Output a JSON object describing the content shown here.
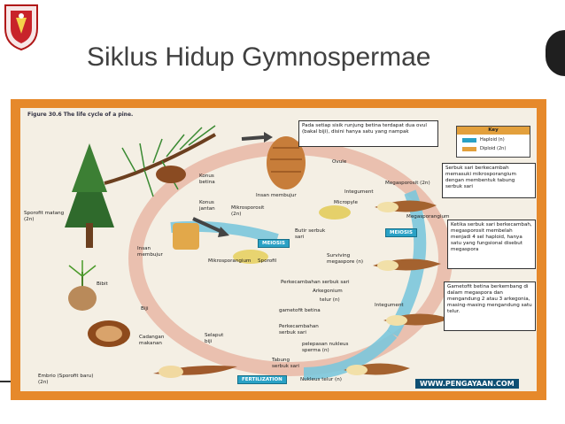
{
  "slide": {
    "title": "Siklus Hidup Gymnospermae"
  },
  "figure": {
    "caption": "Figure 30.6  The life cycle of a pine.",
    "watermark": "WWW.PENGAYAAN.COM",
    "key": {
      "title": "Key",
      "haploid": "Haploid (n)",
      "diploid": "Diploid (2n)",
      "haploid_color": "#2aa1c5",
      "diploid_color": "#e3a03c"
    },
    "boxes": {
      "top": "Pada setiap sisik runjung betina terdapat dua ovul (bakal biji), disini hanya satu yang nampak",
      "pollen": "Serbuk sari berkecambah memasuki mikrosporangium dengan membentuk tabung serbuk sari",
      "megaspore": "Ketika serbuk sari berkecambah, megasporosit membelah menjadi 4 sel haploid, hanya satu yang fungsional disebut megaspora",
      "gametophyte": "Gametofit betina berkembang di dalam megaspora dan mengandung 2 atau 3 arkegonia, masing-masing mengandung satu telur."
    },
    "stages": {
      "meiosis_left": "MEIOSIS",
      "meiosis_right": "MEIOSIS",
      "fertilization": "FERTILIZATION"
    },
    "labels": {
      "konus_betina": "Konus betina",
      "konus_jantan": "Konus jantan",
      "insan_membujur_top": "Insan membujur",
      "mikrosporosit": "Mikrosporosit (2n)",
      "sporofit_matang": "Sporofit matang (2n)",
      "insan_membujur_left": "Insan membujur",
      "mikrosporangium": "Mikrosporangium",
      "sporofil": "Sporofil",
      "butir_serbuk_sari": "Butir serbuk sari",
      "bibit": "Bibit",
      "biji": "Biji",
      "cadangan_makanan": "Cadangan makanan",
      "selaput_biji": "Selaput biji",
      "embrio": "Embrio (Sporofit baru) (2n)",
      "megasporosit": "Megasporosit (2n)",
      "megasporangium": "Megasporangium",
      "ovule": "Ovule",
      "integument": "Integument",
      "micropyle": "Micropyle",
      "surviving_megaspore": "Surviving megaspore (n)",
      "perkecambahan_1": "Perkecambahan serbuk sari",
      "arkegonium": "Arkegonium",
      "telur_1": "telur (n)",
      "gametofit_betina": "gametofit betina",
      "perkecambahan_2": "Perkecambahan serbuk sari",
      "pelepasan_nukleus": "pelepasan nukleus sperma (n)",
      "tabung_serbuk_sari": "Tabung serbuk sari",
      "nukleus_telur": "Nukleus telur (n)",
      "integument_2": "Integument"
    }
  }
}
